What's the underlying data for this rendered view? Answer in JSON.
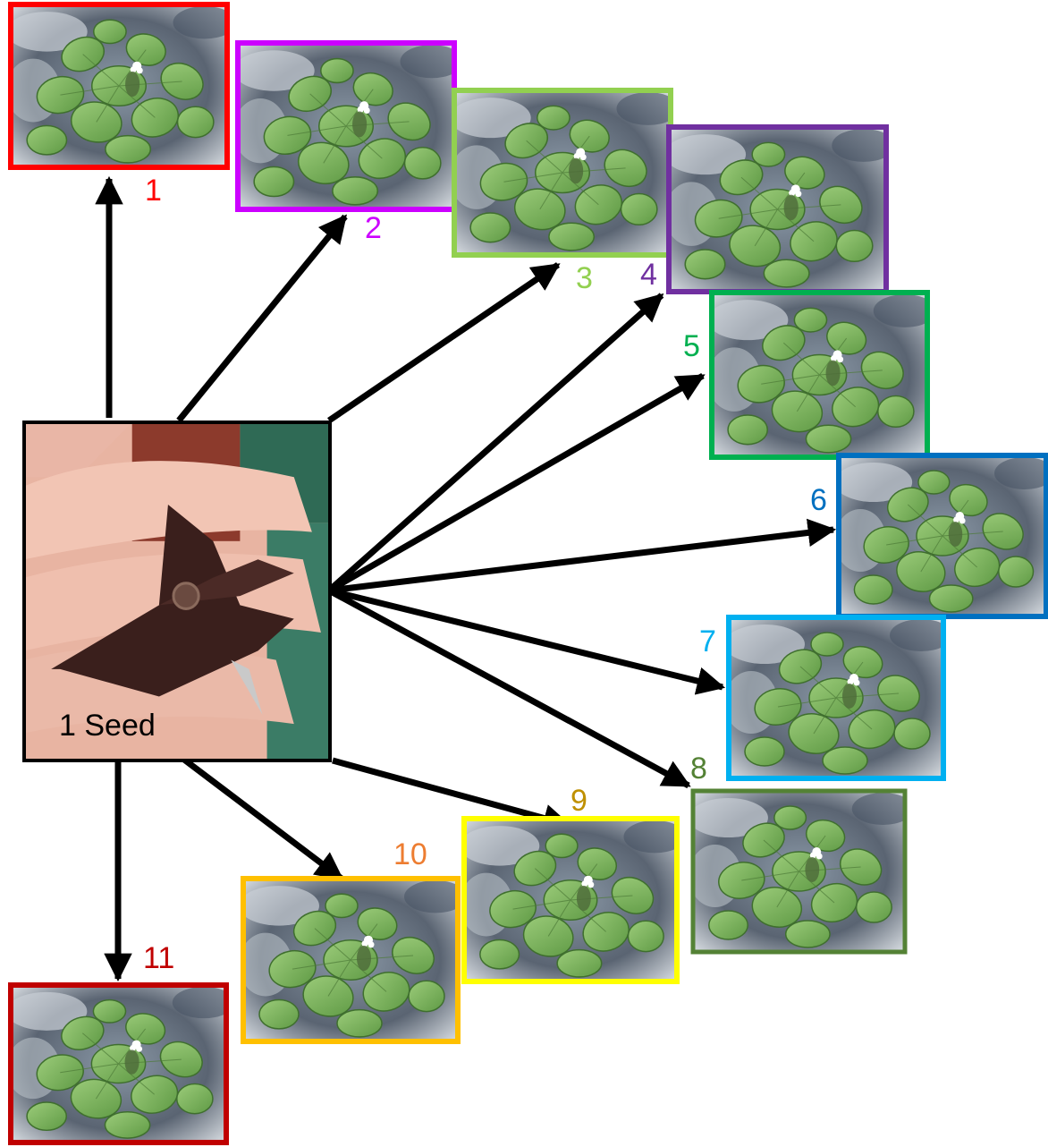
{
  "seed": {
    "label": "1  Seed",
    "border_color": "#000000"
  },
  "plants": [
    {
      "number": "1",
      "color": "#ff0000"
    },
    {
      "number": "2",
      "color": "#cc00ff"
    },
    {
      "number": "3",
      "color": "#92d050"
    },
    {
      "number": "4",
      "color": "#7030a0"
    },
    {
      "number": "5",
      "color": "#00b050"
    },
    {
      "number": "6",
      "color": "#0070c0"
    },
    {
      "number": "7",
      "color": "#00b0f0"
    },
    {
      "number": "8",
      "color": "#548235"
    },
    {
      "number": "9",
      "color": "#bf9000"
    },
    {
      "number": "10",
      "color": "#ed7d31"
    },
    {
      "number": "11",
      "color": "#c00000"
    }
  ],
  "plant_frame_colors": [
    "#ff0000",
    "#cc00ff",
    "#92d050",
    "#7030a0",
    "#00b050",
    "#0070c0",
    "#00b0f0",
    "#548235",
    "#ffff00",
    "#ffc000",
    "#c00000"
  ],
  "arrow_color": "#000000"
}
